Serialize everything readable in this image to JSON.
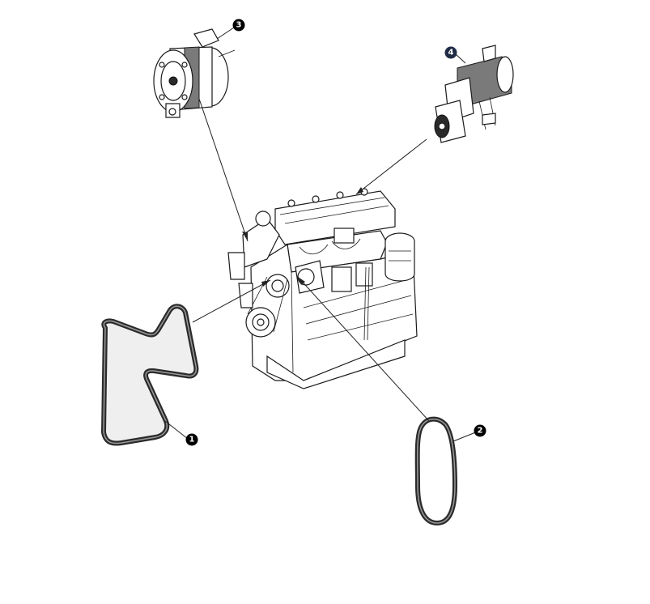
{
  "callouts": [
    {
      "label": "1",
      "fill": "#000000"
    },
    {
      "label": "2",
      "fill": "#000000"
    },
    {
      "label": "3",
      "fill": "#000000"
    },
    {
      "label": "4",
      "fill": "#1f2a44"
    }
  ],
  "colors": {
    "line": "#222222",
    "belt": "#2b2b2b",
    "background": "#ffffff"
  }
}
